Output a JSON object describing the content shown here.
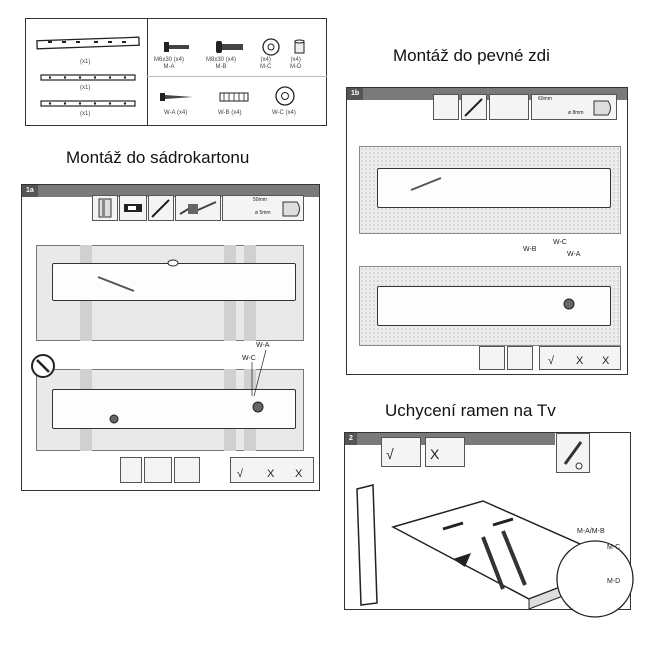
{
  "parts": {
    "bracket_count": "(x1)",
    "rail_count_1": "(x1)",
    "rail_count_2": "(x1)",
    "screws": [
      {
        "size": "M6x30 (x4)",
        "code": "M-A"
      },
      {
        "size": "M8x30 (x4)",
        "code": "M-B"
      },
      {
        "size": "(x4)",
        "code": "M-C"
      },
      {
        "size": "(x4)",
        "code": "M-D"
      }
    ],
    "anchors": [
      {
        "label": "W-A (x4)"
      },
      {
        "label": "W-B (x4)"
      },
      {
        "label": "W-C (x4)"
      }
    ]
  },
  "section_1a": {
    "title": "Montáž do sádrokartonu",
    "step": "1a",
    "tool_depth": "50mm",
    "tool_diameter": "ø 5mm",
    "labels": {
      "wa": "W-A",
      "wc": "W-C"
    },
    "result_marks": [
      "√",
      "X",
      "X"
    ]
  },
  "section_1b": {
    "title": "Montáž do pevné zdi",
    "step": "1b",
    "tool_depth": "60mm",
    "tool_diameter": "ø 8mm",
    "labels": {
      "wb": "W-B",
      "wc": "W-C",
      "wa": "W-A"
    },
    "result_marks": [
      "√",
      "X",
      "X"
    ]
  },
  "section_2": {
    "title": "Uchycení ramen na Tv",
    "step": "2",
    "check_mark": "√",
    "cross_mark": "X",
    "labels": {
      "ma_mb": "M-A/M-B",
      "mc": "M-C",
      "md": "M-D"
    }
  }
}
